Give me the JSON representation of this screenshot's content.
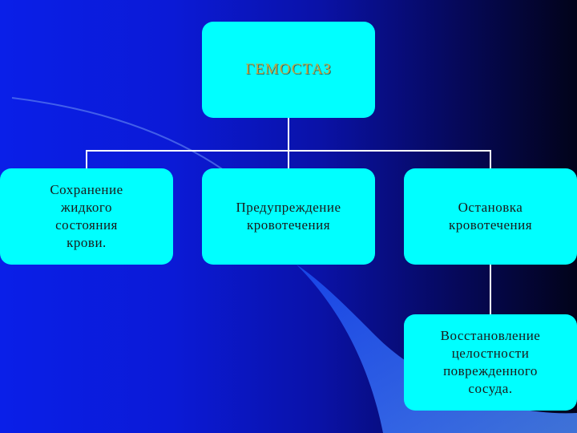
{
  "diagram": {
    "root": {
      "label": "ГЕМОСТАЗ"
    },
    "children": [
      {
        "label": "Сохранение\nжидкого\nсостояния\nкрови."
      },
      {
        "label": "Предупреждение\nкровотечения"
      },
      {
        "label": "Остановка\nкровотечения"
      }
    ],
    "sub_child": {
      "label": "Восстановление\nцелостности\nповрежденного\nсосуда."
    }
  },
  "colors": {
    "box_fill": "#00ffff",
    "root_text": "#c4a640",
    "box_text": "#1a1a1a",
    "connector": "#ffffff",
    "background_left": "#0a1fe8",
    "background_right": "#02031a"
  }
}
